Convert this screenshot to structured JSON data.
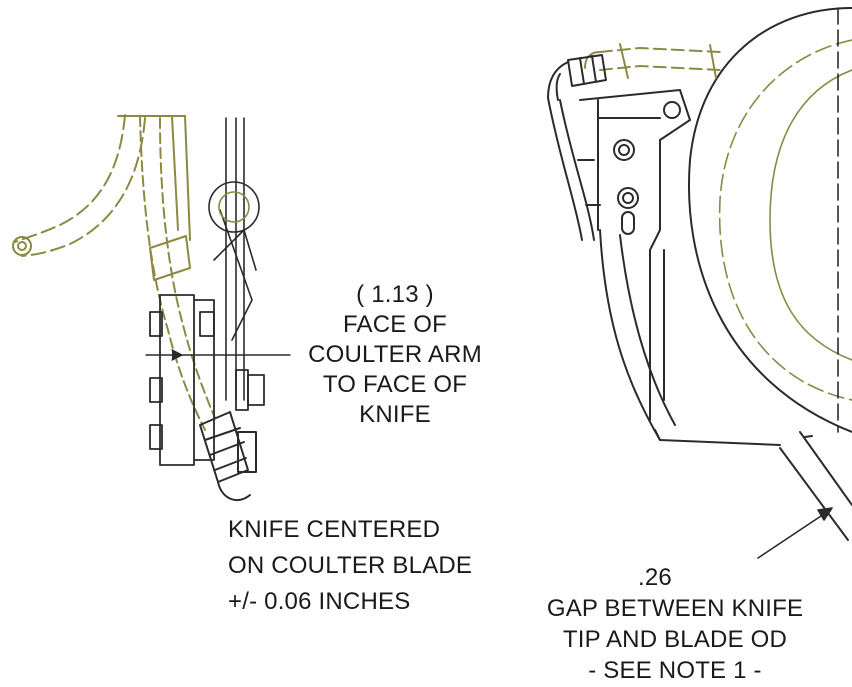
{
  "annotations": {
    "offset": {
      "value": "( 1.13 )",
      "line1": "FACE OF",
      "line2": "COULTER ARM",
      "line3": "TO FACE OF",
      "line4": "KNIFE"
    },
    "centering": {
      "line1": "KNIFE CENTERED",
      "line2": "ON COULTER BLADE",
      "line3": "+/- 0.06 INCHES"
    },
    "gap": {
      "value": ".26",
      "line1": "GAP BETWEEN KNIFE",
      "line2": "TIP AND BLADE OD",
      "line3": "- SEE NOTE 1 -"
    }
  },
  "colors": {
    "line": "#2b2b2b",
    "hose": "#8a8a45",
    "background": "#ffffff"
  }
}
